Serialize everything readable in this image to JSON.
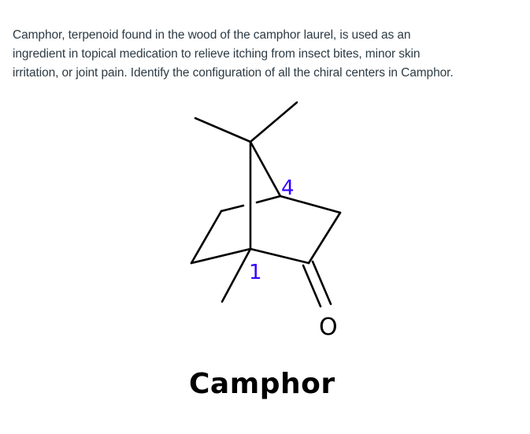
{
  "question": {
    "lines": [
      "Camphor, terpenoid found in the wood of the camphor laurel, is used as an",
      "ingredient in topical medication to relieve itching from insect bites, minor skin",
      "irritation, or joint pain. Identify the configuration of all the chiral centers in Camphor."
    ]
  },
  "structure": {
    "atom_labels": {
      "c4": "4",
      "c1": "1",
      "oxygen": "O"
    },
    "label_color": "#3300ff",
    "bond_color": "#000000"
  },
  "caption": {
    "title": "Camphor"
  }
}
